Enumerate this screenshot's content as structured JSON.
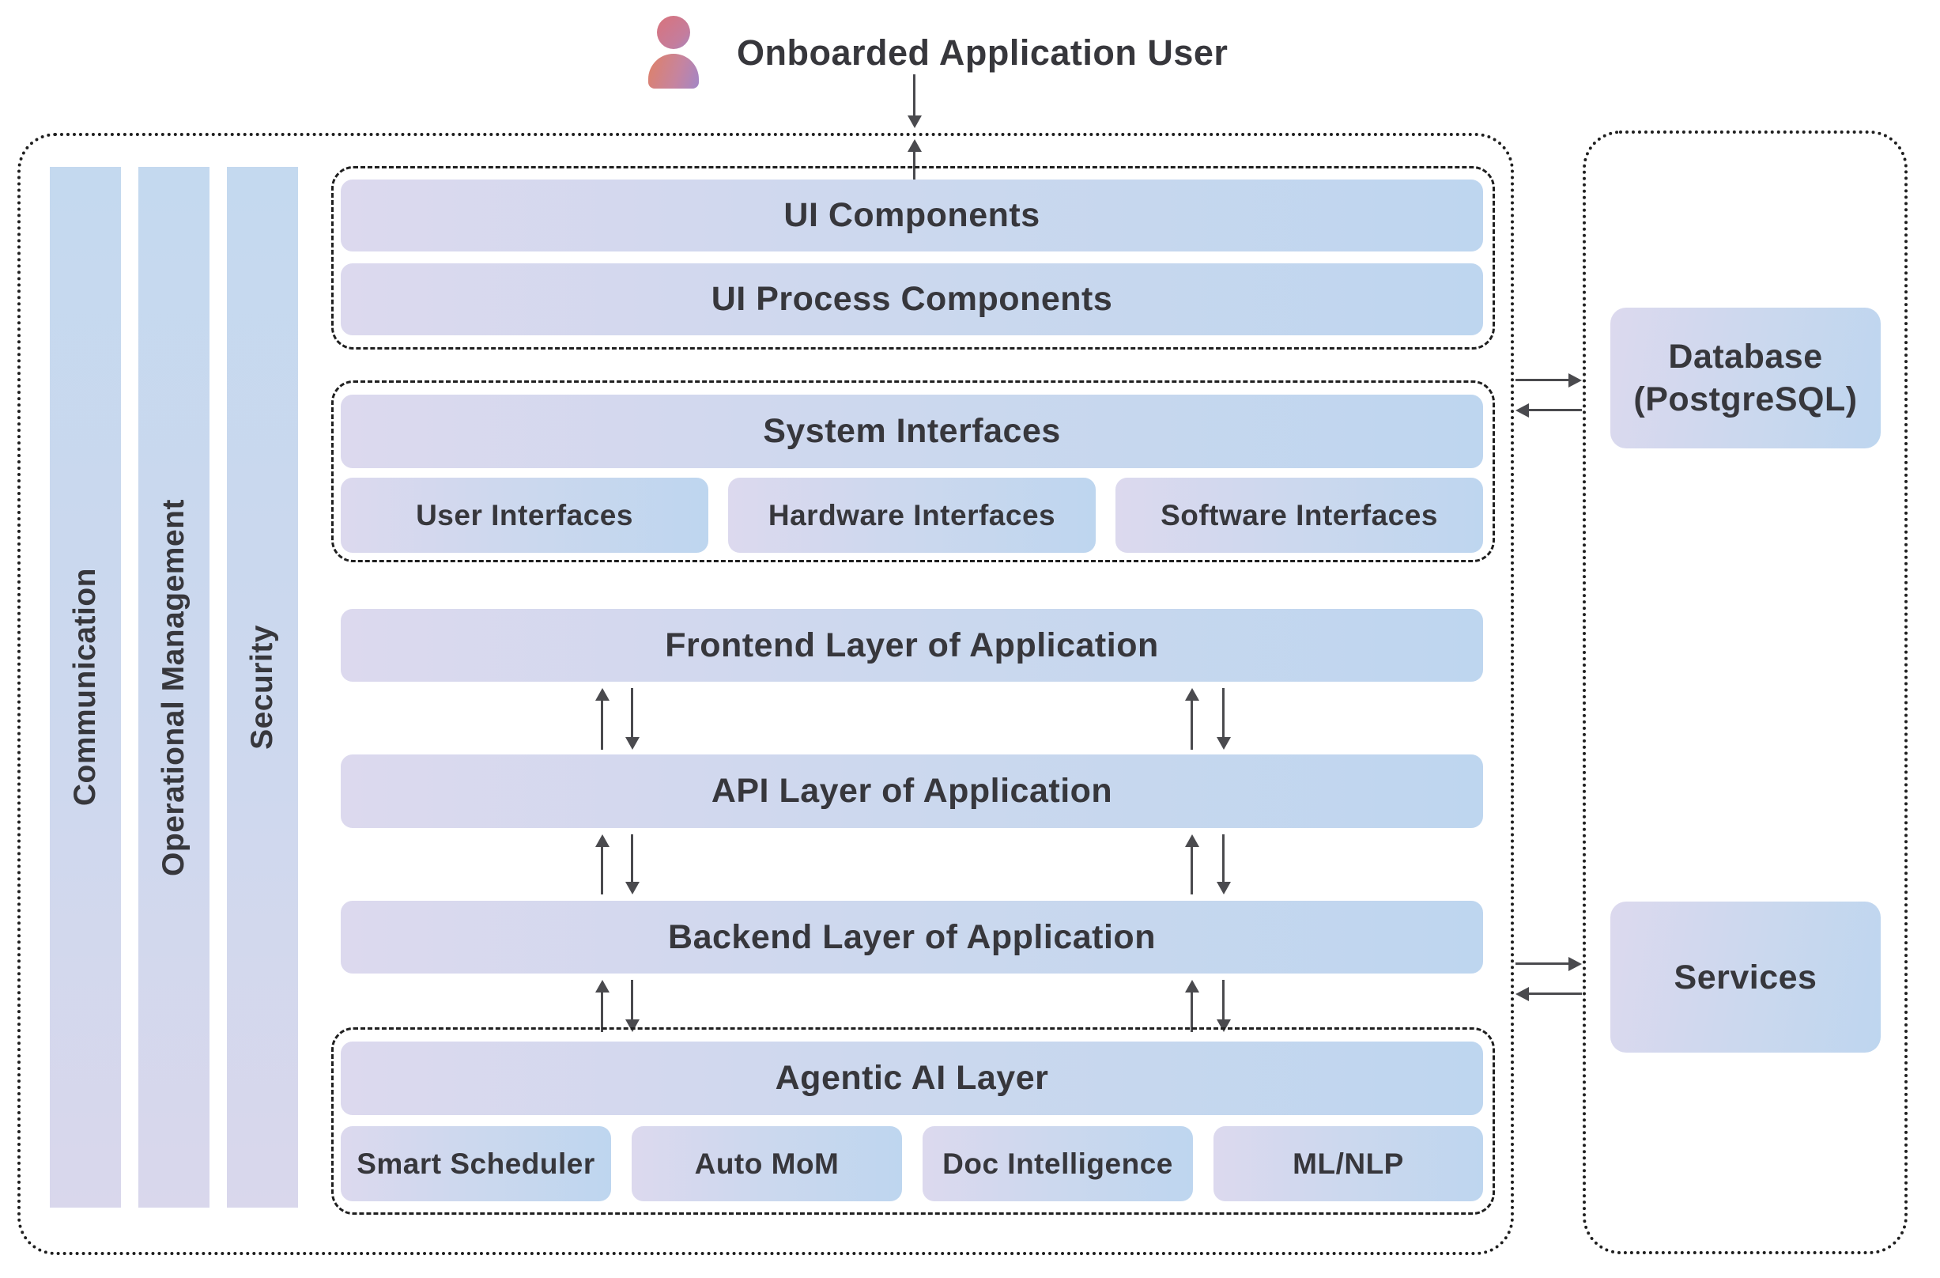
{
  "header": {
    "user_label": "Onboarded Application User"
  },
  "pillars": [
    "Communication",
    "Operational Management",
    "Security"
  ],
  "ui_group": {
    "bars": [
      "UI Components",
      "UI Process Components"
    ]
  },
  "system_group": {
    "title": "System Interfaces",
    "sub_bars": [
      "User Interfaces",
      "Hardware Interfaces",
      "Software Interfaces"
    ]
  },
  "layers": [
    "Frontend Layer of Application",
    "API Layer of Application",
    "Backend Layer of Application"
  ],
  "agentic_group": {
    "title": "Agentic AI Layer",
    "sub_bars": [
      "Smart Scheduler",
      "Auto MoM",
      "Doc Intelligence",
      "ML/NLP"
    ]
  },
  "external": {
    "database_lines": [
      "Database",
      "(PostgreSQL)"
    ],
    "services": "Services"
  },
  "colors": {
    "bar_gradient_start": "#dcd9ee",
    "bar_gradient_end": "#bed6ef",
    "pillar_gradient_top": "#c4d9ef",
    "pillar_gradient_bottom": "#d9d7ec",
    "border": "#1f1f1f",
    "text": "#37373c",
    "arrow": "#4a4a4e",
    "person_gradient_start": "#e08166",
    "person_gradient_end": "#a286c6"
  }
}
